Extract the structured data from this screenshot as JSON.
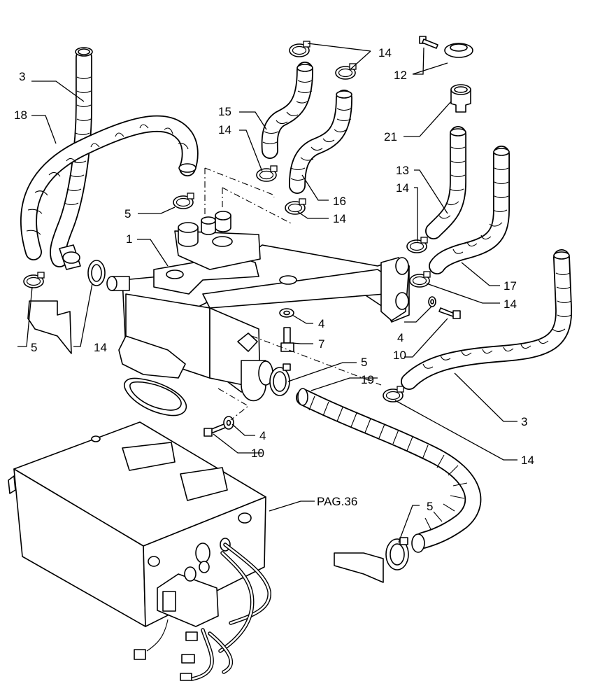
{
  "diagram": {
    "callouts": [
      {
        "id": "c3a",
        "text": "3"
      },
      {
        "id": "c18",
        "text": "18"
      },
      {
        "id": "c5a",
        "text": "5"
      },
      {
        "id": "c1",
        "text": "1"
      },
      {
        "id": "c5b",
        "text": "5"
      },
      {
        "id": "c14a",
        "text": "14"
      },
      {
        "id": "c15",
        "text": "15"
      },
      {
        "id": "c14b",
        "text": "14"
      },
      {
        "id": "c14c",
        "text": "14"
      },
      {
        "id": "c16",
        "text": "16"
      },
      {
        "id": "c14d",
        "text": "14"
      },
      {
        "id": "c12",
        "text": "12"
      },
      {
        "id": "c21",
        "text": "21"
      },
      {
        "id": "c13",
        "text": "13"
      },
      {
        "id": "c14e",
        "text": "14"
      },
      {
        "id": "c17",
        "text": "17"
      },
      {
        "id": "c14f",
        "text": "14"
      },
      {
        "id": "c4a",
        "text": "4"
      },
      {
        "id": "c10a",
        "text": "10"
      },
      {
        "id": "c4b",
        "text": "4"
      },
      {
        "id": "c7",
        "text": "7"
      },
      {
        "id": "c5c",
        "text": "5"
      },
      {
        "id": "c19",
        "text": "19"
      },
      {
        "id": "c3b",
        "text": "3"
      },
      {
        "id": "c14g",
        "text": "14"
      },
      {
        "id": "c4c",
        "text": "4"
      },
      {
        "id": "c10b",
        "text": "10"
      },
      {
        "id": "cpag",
        "text": "PAG.36"
      },
      {
        "id": "c5d",
        "text": "5"
      }
    ]
  }
}
